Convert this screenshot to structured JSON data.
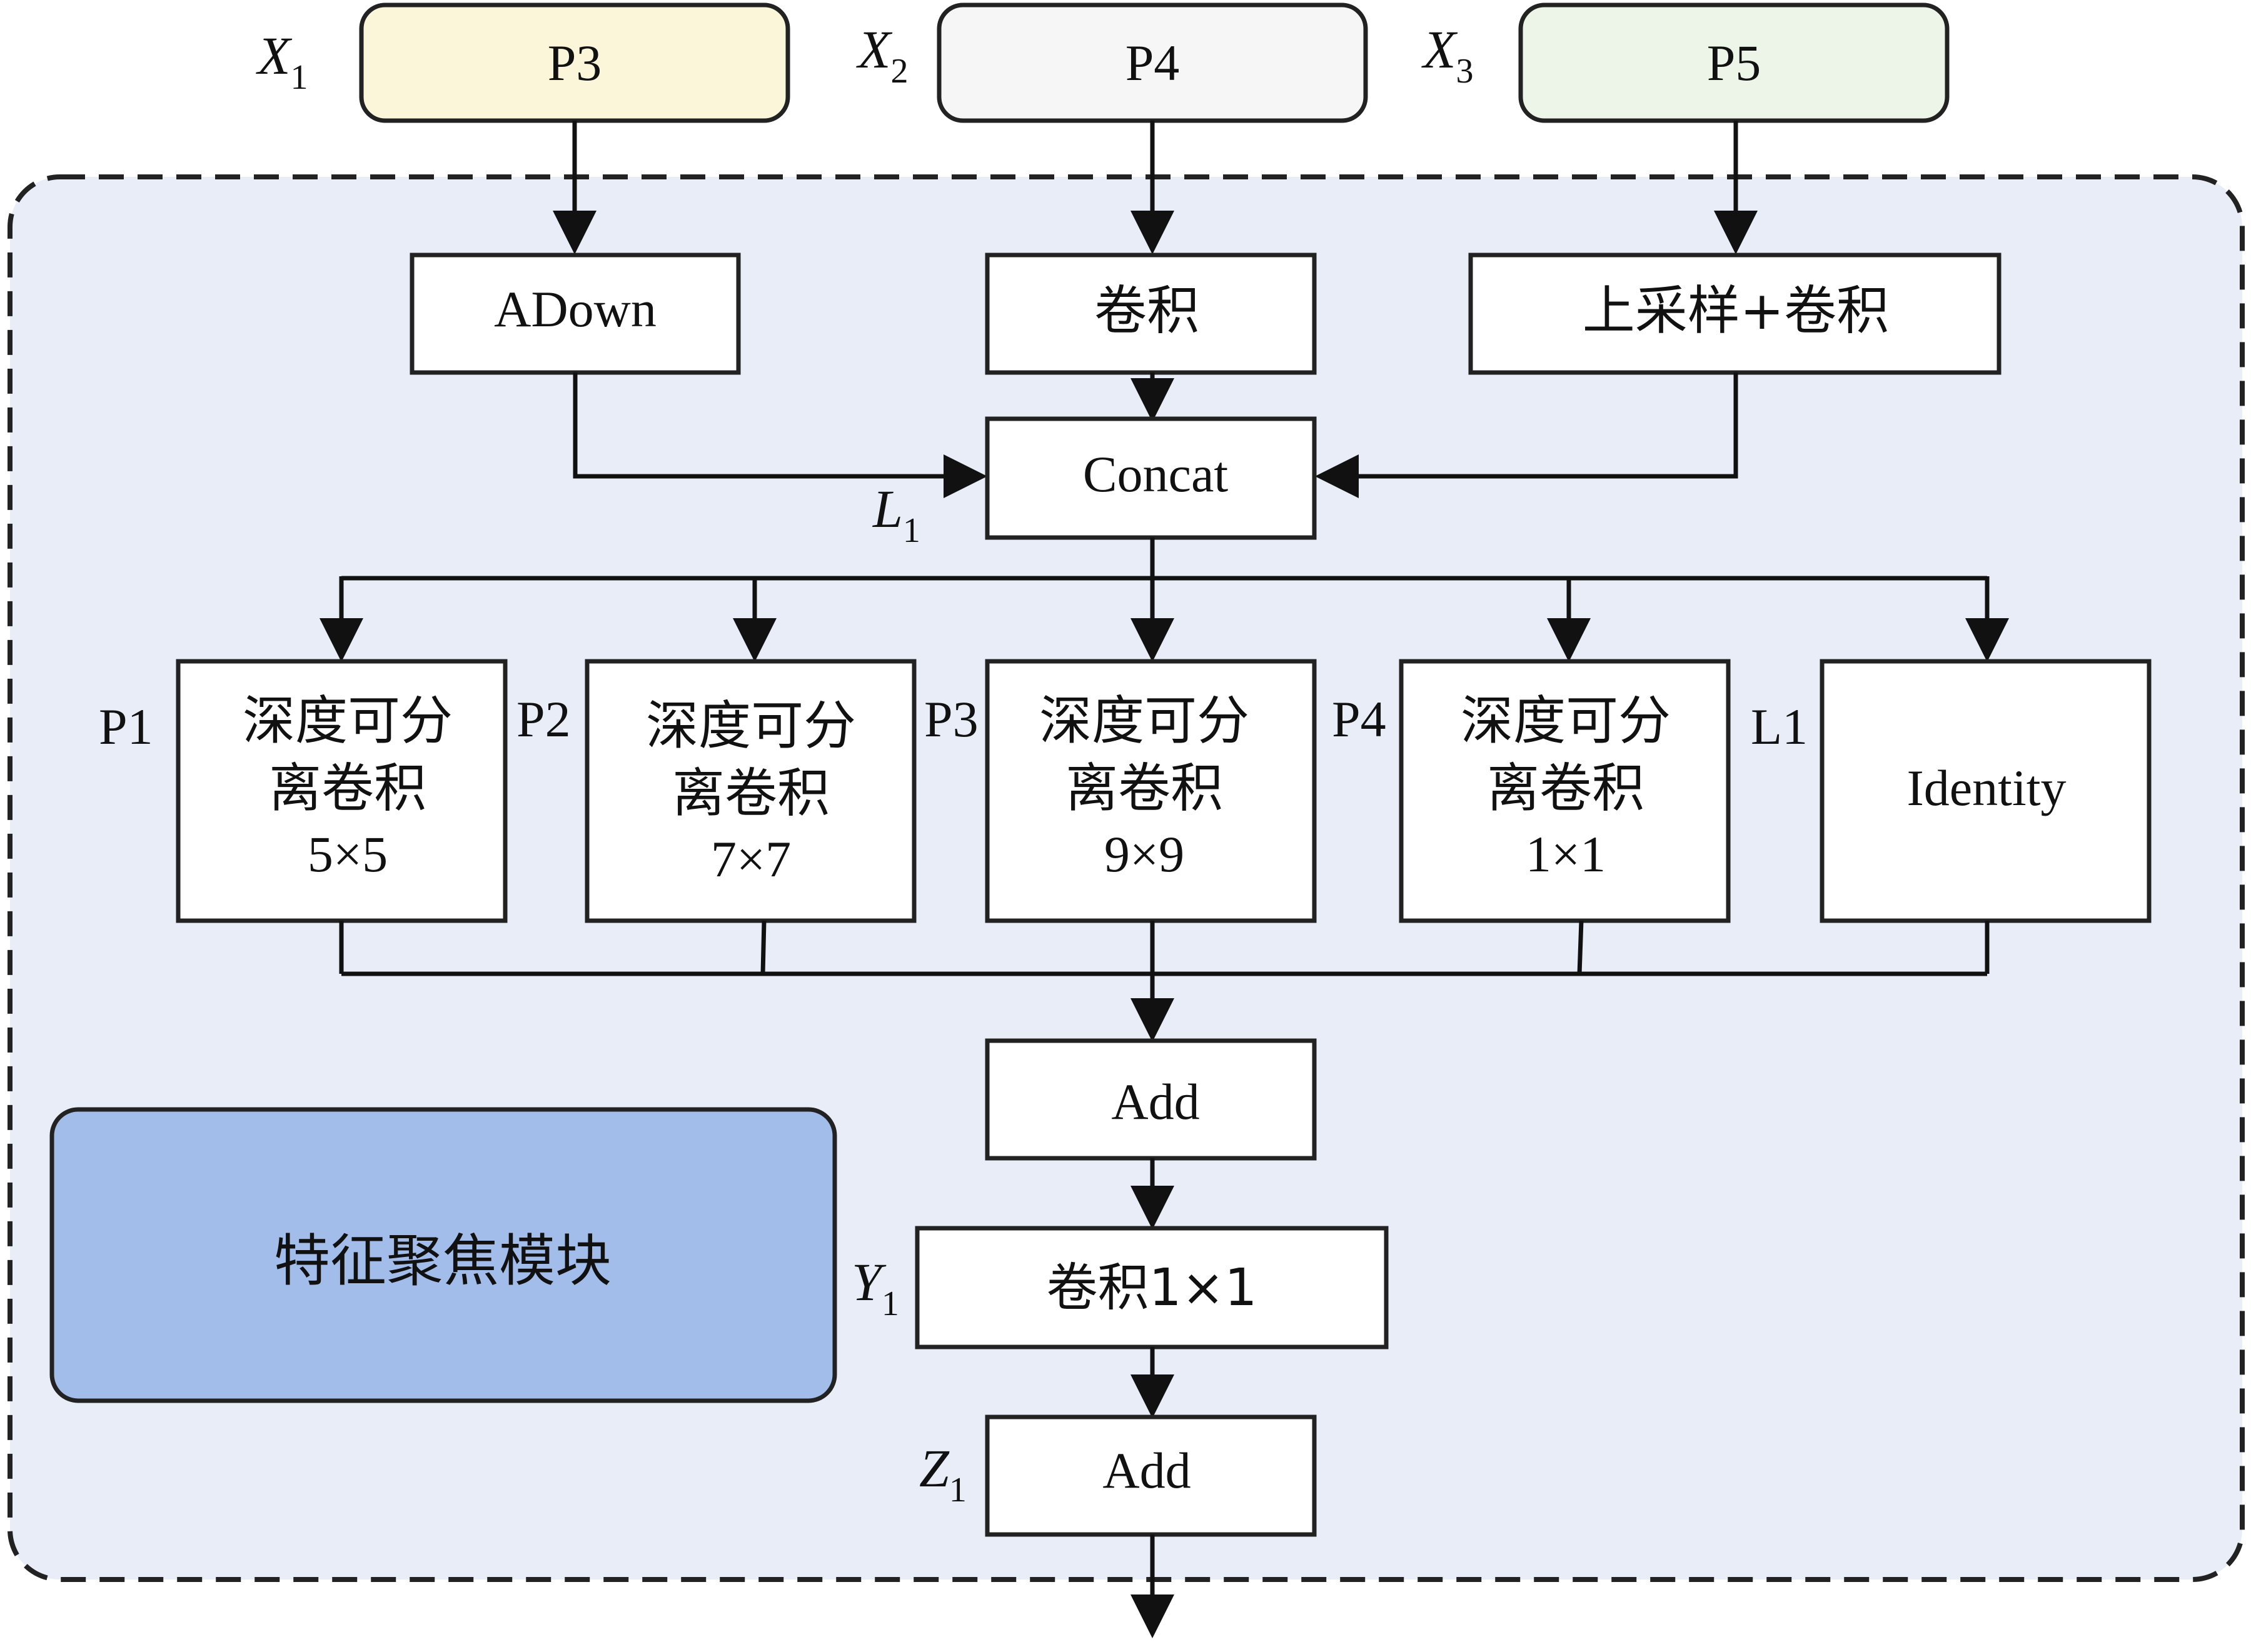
{
  "diagram": {
    "inputs": [
      {
        "var": "X",
        "sub": "1",
        "label": "P3",
        "fill": "#fbf6d9"
      },
      {
        "var": "X",
        "sub": "2",
        "label": "P4",
        "fill": "#f6f6f6"
      },
      {
        "var": "X",
        "sub": "3",
        "label": "P5",
        "fill": "#ecf5e8"
      }
    ],
    "pre_ops": {
      "adown": "ADown",
      "conv": "卷积",
      "upsample_conv": "上采样+卷积"
    },
    "concat": "Concat",
    "concat_var": {
      "var": "L",
      "sub": "1"
    },
    "branches": [
      {
        "tag": "P1",
        "line1": "深度可分",
        "line2": "离卷积",
        "kernel": "5×5"
      },
      {
        "tag": "P2",
        "line1": "深度可分",
        "line2": "离卷积",
        "kernel": "7×7"
      },
      {
        "tag": "P3",
        "line1": "深度可分",
        "line2": "离卷积",
        "kernel": "9×9"
      },
      {
        "tag": "P4",
        "line1": "深度可分",
        "line2": "离卷积",
        "kernel": "1×1"
      },
      {
        "tag": "L1",
        "label": "Identity"
      }
    ],
    "add1": "Add",
    "conv1x1": "卷积1×1",
    "conv1x1_var": {
      "var": "Y",
      "sub": "1"
    },
    "add2": "Add",
    "add2_var": {
      "var": "Z",
      "sub": "1"
    },
    "module_label": "特征聚焦模块",
    "colors": {
      "module_background": "#e8edf8",
      "module_label_fill": "#a3bdea",
      "stroke": "#222222"
    }
  }
}
